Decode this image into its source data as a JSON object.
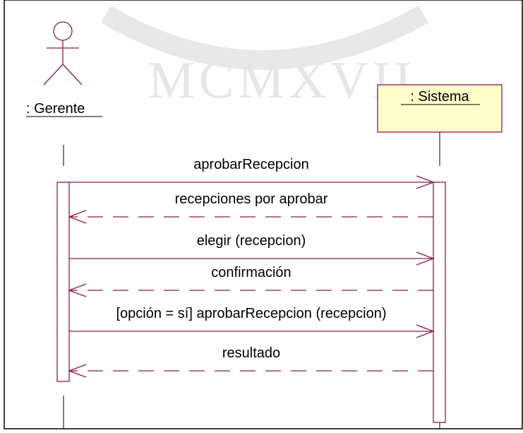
{
  "diagram": {
    "type": "sequence",
    "watermark": "MCMXVII",
    "colors": {
      "line": "#8b1a4a",
      "lifeline": "#000000",
      "object_fill": "#ffffcc",
      "frame": "#000000",
      "watermark": "#e6e6e6"
    },
    "actor": {
      "label": ": Gerente"
    },
    "object": {
      "label": ": Sistema"
    },
    "messages": [
      {
        "label": "aprobarRecepcion",
        "direction": "to-object",
        "style": "solid"
      },
      {
        "label": "recepciones por aprobar",
        "direction": "to-actor",
        "style": "dashed"
      },
      {
        "label": "elegir (recepcion)",
        "direction": "to-object",
        "style": "solid"
      },
      {
        "label": "confirmación",
        "direction": "to-actor",
        "style": "dashed"
      },
      {
        "label": "[opción = sí] aprobarRecepcion (recepcion)",
        "direction": "to-object",
        "style": "solid"
      },
      {
        "label": "resultado",
        "direction": "to-actor",
        "style": "dashed"
      }
    ]
  }
}
